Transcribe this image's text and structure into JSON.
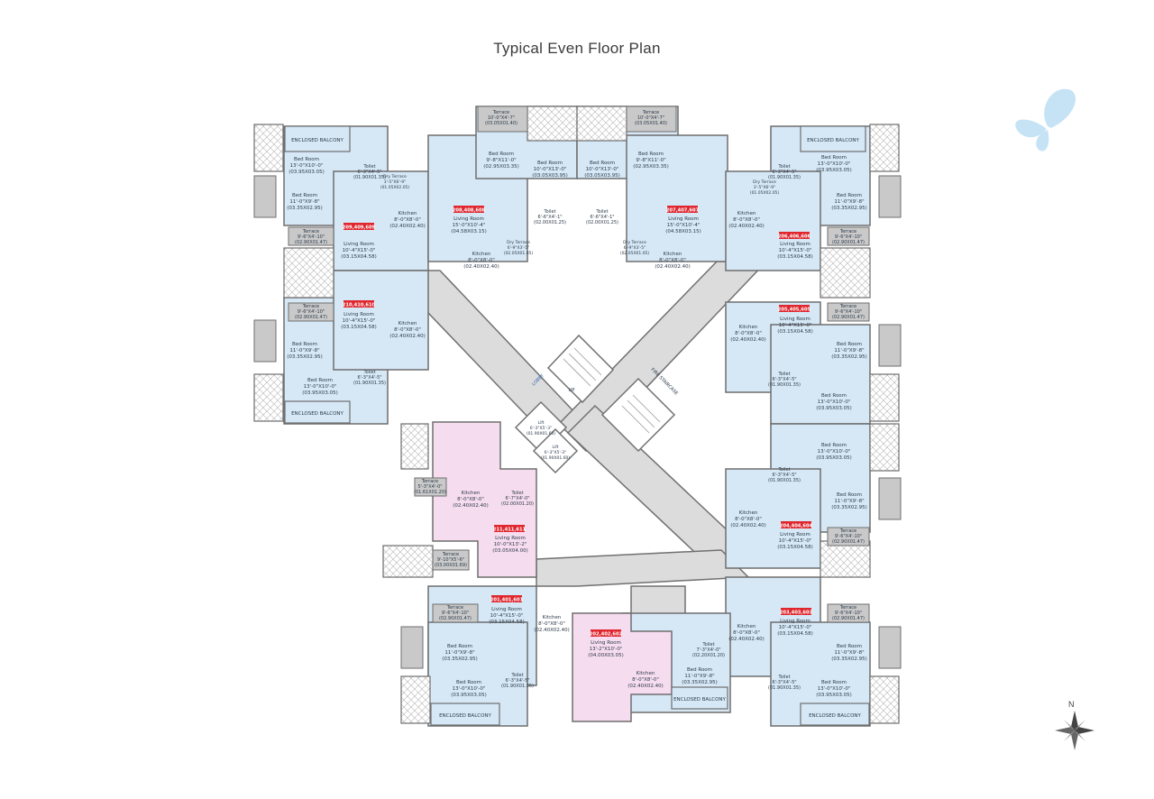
{
  "title": "Typical Even Floor Plan",
  "compass": {
    "north_label": "N"
  },
  "colors": {
    "unit_fill": "#d6e8f6",
    "pink_fill": "#f6dcef",
    "corridor": "#dcdcdc",
    "wall": "#6e6e6e",
    "flat_tag": "#e0262e",
    "butterfly": "#c6e3f5"
  },
  "flats": {
    "f209": "209,409,609",
    "f208": "208,408,608",
    "f207": "207,407,607",
    "f206": "206,406,606",
    "f210": "210,410,610",
    "f205": "205,405,605",
    "f211": "211,411,611",
    "f204": "204,404,604",
    "f201": "201,401,601",
    "f202": "202,402,602",
    "f203": "203,403,603"
  },
  "rooms": {
    "enclosed_balcony": "ENCLOSED BALCONY",
    "bed_13": [
      "Bed Room",
      "13'-0\"X10'-0\"",
      "(03.95X03.05)"
    ],
    "bed_11": [
      "Bed Room",
      "11'-0\"X9'-8\"",
      "(03.35X02.95)"
    ],
    "bed_9": [
      "Bed Room",
      "9'-8\"X11'-0\"",
      "(02.95X03.35)"
    ],
    "bed_10": [
      "Bed Room",
      "10'-0\"X13'-0\"",
      "(03.05X03.95)"
    ],
    "bed_11b": [
      "Bed Room",
      "11'-0\"X9'-8\"",
      "(03.35X02.95)"
    ],
    "living_a": [
      "Living Room",
      "10'-4\"X15'-0\"",
      "(03.15X04.58)"
    ],
    "living_b": [
      "Living Room",
      "15'-0\"X10'-4\"",
      "(04.58X03.15)"
    ],
    "living_c": [
      "Living Room",
      "10'-0\"X13'-2\"",
      "(03.05X04.00)"
    ],
    "living_d": [
      "Living Room",
      "13'-2\"X10'-0\"",
      "(04.00X03.05)"
    ],
    "kitchen": [
      "Kitchen",
      "8'-0\"X8'-0\"",
      "(02.40X02.40)"
    ],
    "toilet_a": [
      "Toilet",
      "6'-3\"X4'-5\"",
      "(01.90X01.35)"
    ],
    "toilet_b": [
      "Toilet",
      "6'-6\"X4'-1\"",
      "(02.00X01.25)"
    ],
    "toilet_c": [
      "Toilet",
      "6'-7\"X4'-0\"",
      "(02.00X01.20)"
    ],
    "toilet_d": [
      "Toilet",
      "7'-3\"X4'-0\"",
      "(02.20X01.20)"
    ],
    "terrace_a": [
      "Terrace",
      "9'-6\"X4'-10\"",
      "(02.90X01.47)"
    ],
    "terrace_b": [
      "Terrace",
      "10'-0\"X4'-7\"",
      "(03.05X01.40)"
    ],
    "terrace_c": [
      "Terrace",
      "5'-3\"X4'-0\"",
      "(01.61X01.20)"
    ],
    "terrace_d": [
      "Terrace",
      "9'-10\"X5'-6\"",
      "(03.00X01.69)"
    ],
    "dry_terrace": [
      "Dry Terrace",
      "3'-5\"X6'-9\"",
      "(01.05X02.05)"
    ],
    "dry_terrace_b": [
      "Dry Terrace",
      "6'-9\"X3'-5\"",
      "(02.05X01.05)"
    ],
    "lift": [
      "Lift",
      "6'-3\"X5'-3\"",
      "(01.90X01.60)"
    ],
    "lobby": "LOBBY",
    "fire_staircase": "FIRE STAIRCASE",
    "up": "UP"
  }
}
